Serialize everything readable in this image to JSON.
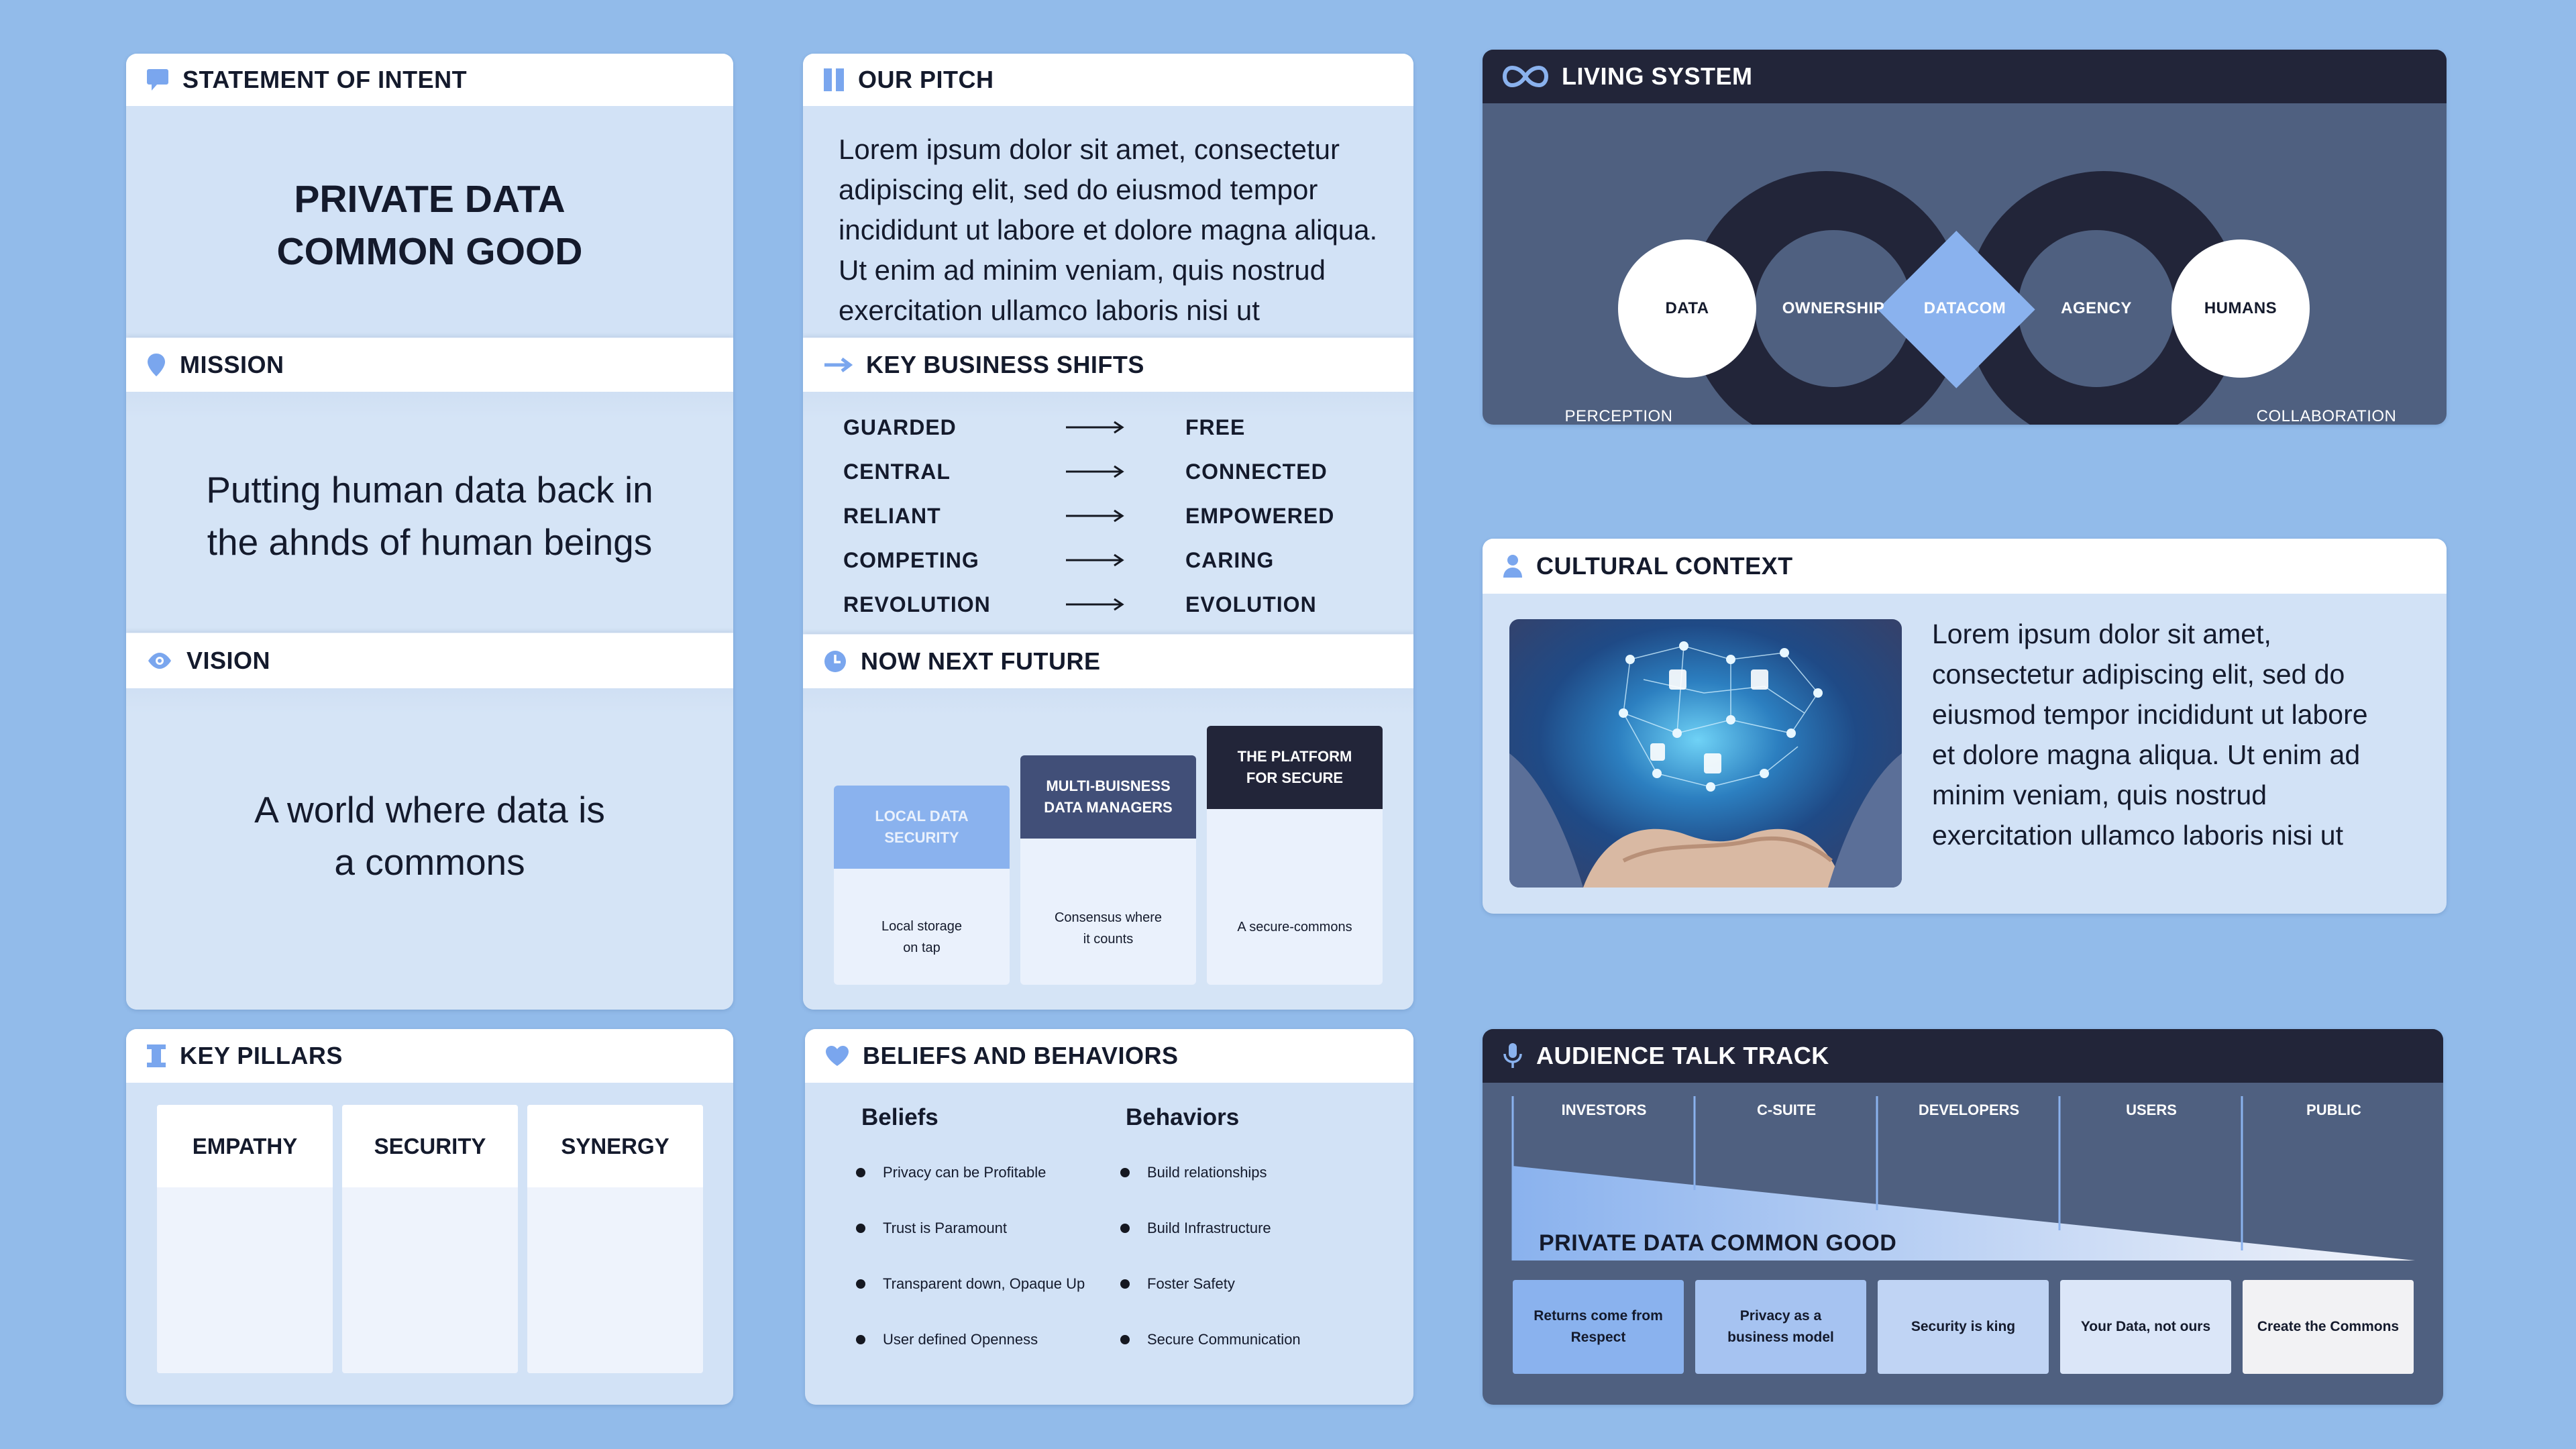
{
  "statement": {
    "title": "STATEMENT OF INTENT",
    "line1": "PRIVATE DATA",
    "line2": "COMMON GOOD"
  },
  "mission": {
    "title": "MISSION",
    "line1": "Putting human data back in",
    "line2": "the ahnds of human beings"
  },
  "vision": {
    "title": "VISION",
    "line1": "A world where data is",
    "line2": "a commons"
  },
  "pitch": {
    "title": "OUR PITCH",
    "lines": [
      "Lorem ipsum dolor sit amet, consectetur",
      "adipiscing elit, sed do eiusmod tempor",
      "incididunt ut labore et dolore magna aliqua.",
      "Ut enim ad minim veniam, quis nostrud",
      "exercitation ullamco laboris nisi ut"
    ]
  },
  "shifts": {
    "title": "KEY BUSINESS SHIFTS",
    "rows": [
      {
        "from": "GUARDED",
        "to": "FREE"
      },
      {
        "from": "CENTRAL",
        "to": "CONNECTED"
      },
      {
        "from": "RELIANT",
        "to": "EMPOWERED"
      },
      {
        "from": "COMPETING",
        "to": "CARING"
      },
      {
        "from": "REVOLUTION",
        "to": "EVOLUTION"
      }
    ]
  },
  "nnf": {
    "title": "NOW NEXT FUTURE",
    "columns": [
      {
        "h1": "LOCAL DATA",
        "h2": "SECURITY",
        "b1": "Local storage",
        "b2": "on tap",
        "color": "#8ab2ee"
      },
      {
        "h1": "MULTI-BUISNESS",
        "h2": "DATA MANAGERS",
        "b1": "Consensus where",
        "b2": "it counts",
        "color": "#414f78"
      },
      {
        "h1": "THE PLATFORM",
        "h2": "FOR SECURE",
        "b1": "A secure-commons",
        "b2": "",
        "color": "#222539"
      }
    ]
  },
  "living": {
    "title": "LIVING SYSTEM",
    "data": "DATA",
    "ownership": "OWNERSHIP",
    "datacom": "DATACOM",
    "agency": "AGENCY",
    "humans": "HUMANS",
    "perception": "PERCEPTION",
    "collaboration": "COLLABORATION"
  },
  "cultural": {
    "title": "CULTURAL CONTEXT",
    "lines": [
      "Lorem ipsum dolor sit amet,",
      "consectetur adipiscing elit, sed do",
      "eiusmod tempor incididunt ut labore",
      "et dolore magna aliqua. Ut enim ad",
      "minim veniam, quis nostrud",
      "exercitation ullamco laboris nisi ut"
    ]
  },
  "pillars": {
    "title": "KEY PILLARS",
    "items": [
      "EMPATHY",
      "SECURITY",
      "SYNERGY"
    ]
  },
  "beliefs": {
    "title": "BELIEFS AND BEHAVIORS",
    "beliefs_h": "Beliefs",
    "behaviors_h": "Behaviors",
    "beliefs": [
      "Privacy can be Profitable",
      "Trust is Paramount",
      "Transparent down, Opaque Up",
      "User defined Openness"
    ],
    "behaviors": [
      "Build relationships",
      "Build Infrastructure",
      "Foster Safety",
      "Secure Communication"
    ]
  },
  "audience": {
    "title": "AUDIENCE TALK TRACK",
    "groups": [
      "INVESTORS",
      "C-SUITE",
      "DEVELOPERS",
      "USERS",
      "PUBLIC"
    ],
    "banner": "PRIVATE DATA COMMON GOOD",
    "boxes": [
      {
        "l1": "Returns come from",
        "l2": "Respect",
        "color": "#8ab2ee"
      },
      {
        "l1": "Privacy as a",
        "l2": "business model",
        "color": "#a6c3f1"
      },
      {
        "l1": "Security is king",
        "l2": "",
        "color": "#c0d4f4"
      },
      {
        "l1": "Your Data, not ours",
        "l2": "",
        "color": "#dbe6f8"
      },
      {
        "l1": "Create the Commons",
        "l2": "",
        "color": "#f2f2f4"
      }
    ]
  },
  "colors": {
    "background": "#92bbea",
    "accent": "#8ab2ee",
    "dark": "#222539",
    "panel": "#4f6080"
  }
}
